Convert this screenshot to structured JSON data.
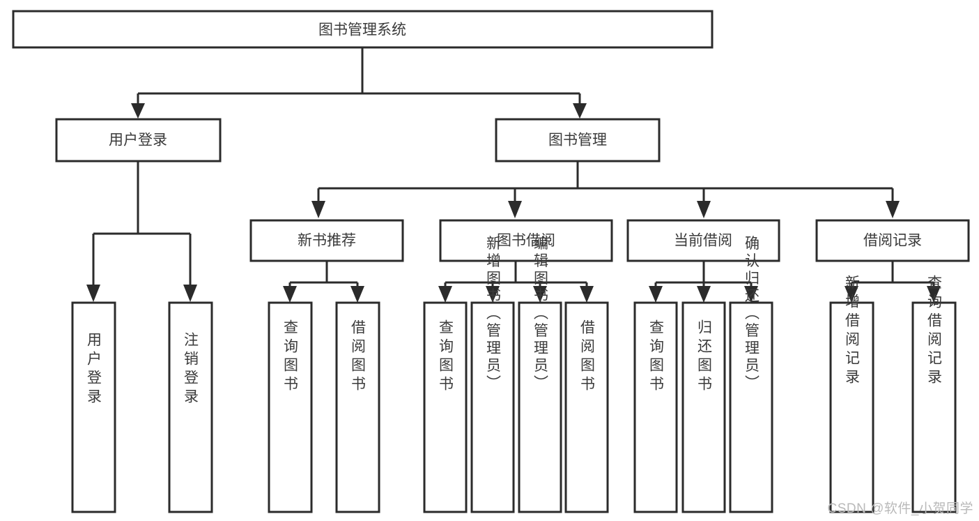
{
  "diagram": {
    "type": "tree-hierarchy-chart",
    "title": "图书管理系统",
    "watermark": "CSDN @软件_小贺同学",
    "colors": {
      "background": "#ffffff",
      "box_stroke": "#2b2b2b",
      "box_fill": "#ffffff",
      "text": "#3a3a3a",
      "connector": "#2b2b2b",
      "watermark": "#b9b9b9"
    },
    "root": {
      "label": "图书管理系统"
    },
    "level2": [
      {
        "label": "用户登录"
      },
      {
        "label": "图书管理"
      }
    ],
    "level3": [
      {
        "label": "新书推荐"
      },
      {
        "label": "图书借阅"
      },
      {
        "label": "当前借阅"
      },
      {
        "label": "借阅记录"
      }
    ],
    "leaves": {
      "user_login": [
        {
          "label": "用户登录"
        },
        {
          "label": "注销登录"
        }
      ],
      "new_book_recommend": [
        {
          "label": "查询图书"
        },
        {
          "label": "借阅图书"
        }
      ],
      "book_borrow": [
        {
          "label": "查询图书"
        },
        {
          "label": "新增图书（管理员）"
        },
        {
          "label": "编辑图书（管理员）"
        },
        {
          "label": "借阅图书"
        }
      ],
      "current_borrow": [
        {
          "label": "查询图书"
        },
        {
          "label": "归还图书"
        },
        {
          "label": "确认归还（管理员）"
        }
      ],
      "borrow_record": [
        {
          "label": "新增借阅记录"
        },
        {
          "label": "查询借阅记录"
        }
      ]
    }
  }
}
